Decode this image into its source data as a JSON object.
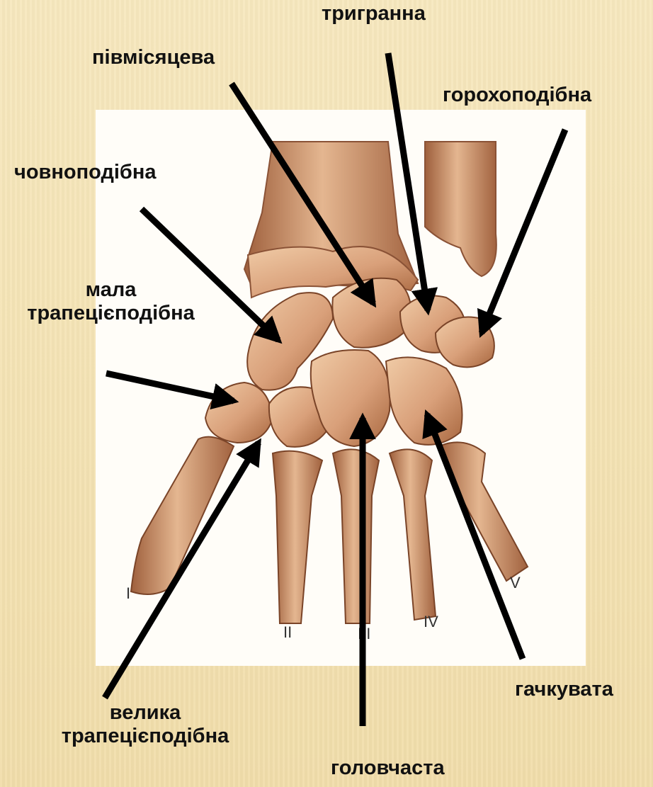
{
  "labels": {
    "triquetrum": "тригранна",
    "lunate": "півмісяцева",
    "pisiform": "горохоподібна",
    "scaphoid": "човноподібна",
    "trapezoid_line1": "мала",
    "trapezoid_line2": "трапецієподібна",
    "trapezium_line1": "велика",
    "trapezium_line2": "трапецієподібна",
    "capitate": "головчаста",
    "hamate": "гачкувата"
  },
  "metacarpal_numerals": [
    "I",
    "II",
    "III",
    "IV",
    "V"
  ],
  "colors": {
    "background": "#f5e3b4",
    "arrow": "#000000",
    "bone": "#d9a07a",
    "bone_shadow": "#8a5236"
  }
}
